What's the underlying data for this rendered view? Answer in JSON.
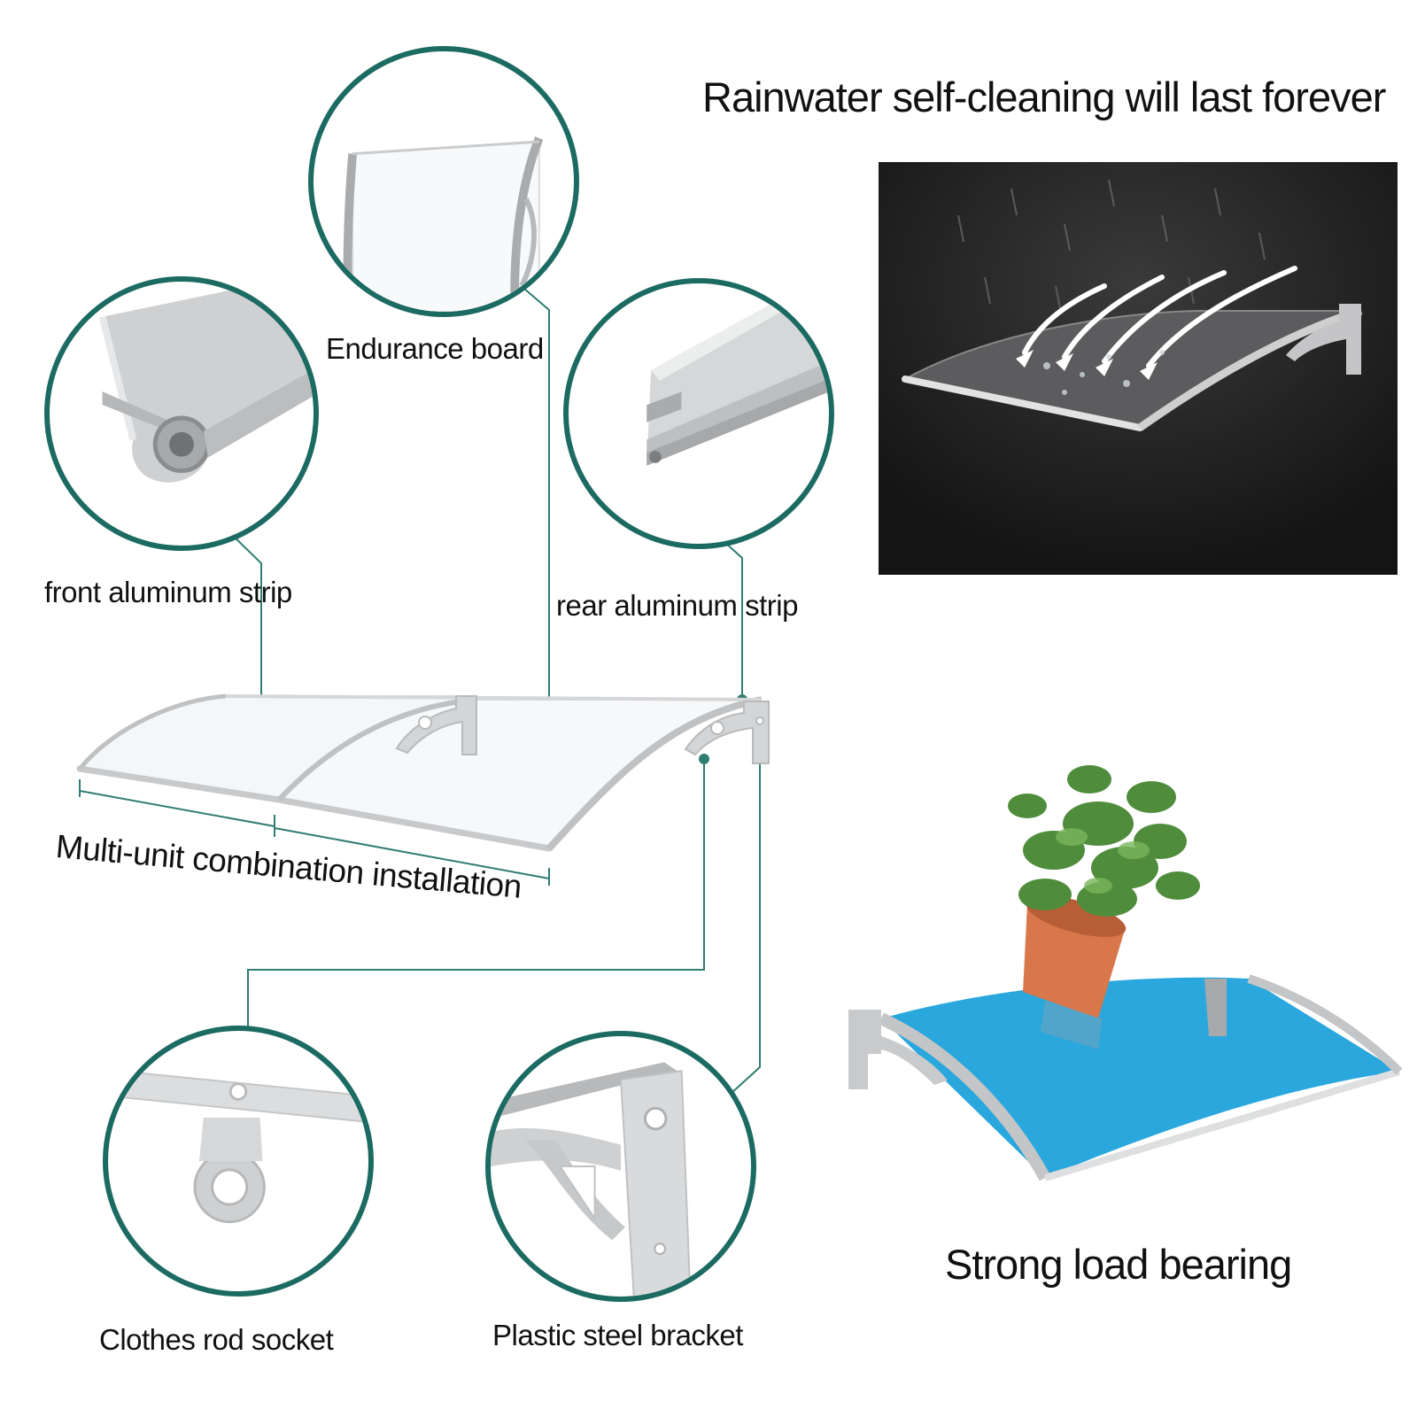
{
  "headline": {
    "rain": "Rainwater self-cleaning will last forever",
    "load": "Strong load bearing"
  },
  "labels": {
    "endurance_board": "Endurance board",
    "front_strip": "front aluminum strip",
    "rear_strip": "rear aluminum strip",
    "multi_unit": "Multi-unit combination installation",
    "clothes_rod": "Clothes rod socket",
    "bracket": "Plastic steel bracket"
  },
  "colors": {
    "circle_border": "#1c6b62",
    "leader_line": "#2f7d73",
    "rain_panel_bg": "#1b1b1b",
    "blue_board": "#2aa7dc",
    "aluminum": "#c9c9cb",
    "pot": "#d9774c",
    "leaves": "#4f8d3c"
  }
}
